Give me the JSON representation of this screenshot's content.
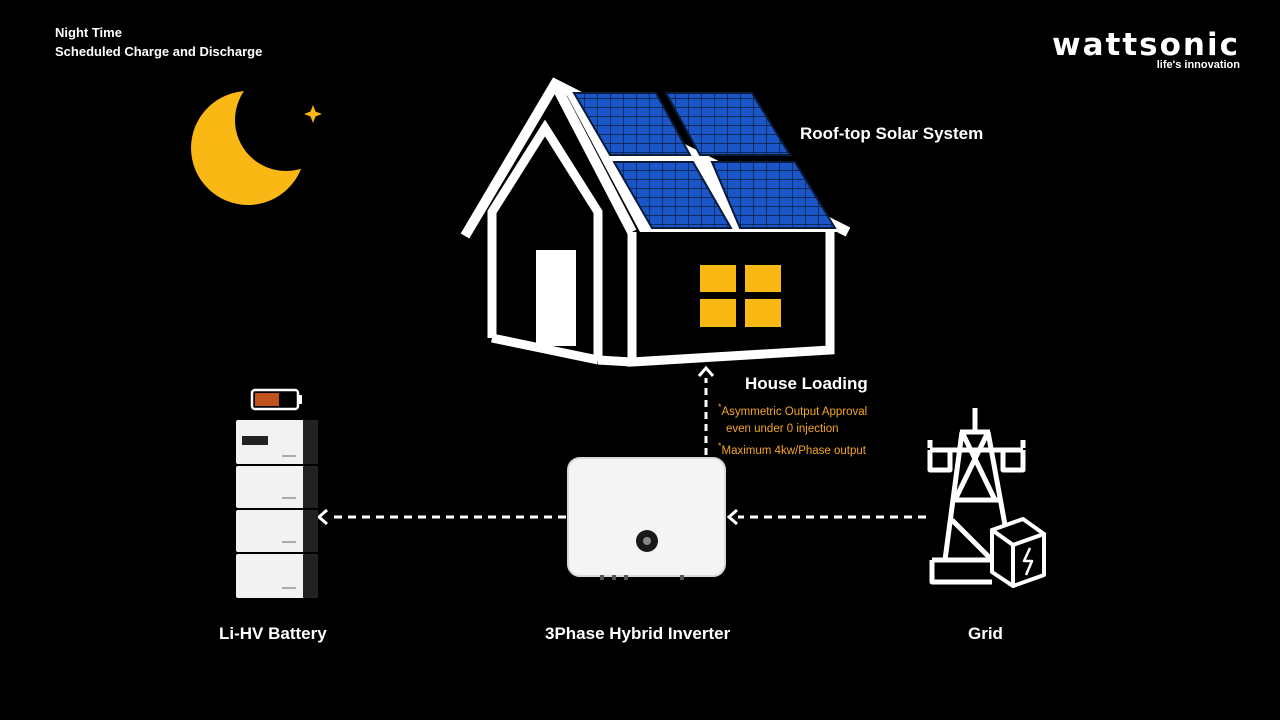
{
  "header": {
    "line1": "Night Time",
    "line2": "Scheduled Charge and Discharge"
  },
  "logo": {
    "brand": "wattsonic",
    "tagline": "life's innovation"
  },
  "labels": {
    "solar": "Roof-top Solar System",
    "house_loading": "House Loading",
    "battery": "Li-HV Battery",
    "inverter": "3Phase Hybrid Inverter",
    "grid": "Grid"
  },
  "notes": {
    "note1_line1": "Asymmetric Output Approval",
    "note1_line2": "even under 0 injection",
    "note2": "Maximum 4kw/Phase output",
    "marker": "*"
  },
  "colors": {
    "moon": "#f9b814",
    "window": "#f9b814",
    "solar_panel": "#1a56c7",
    "note_text": "#f5a623",
    "battery_charge": "#c0521d"
  }
}
